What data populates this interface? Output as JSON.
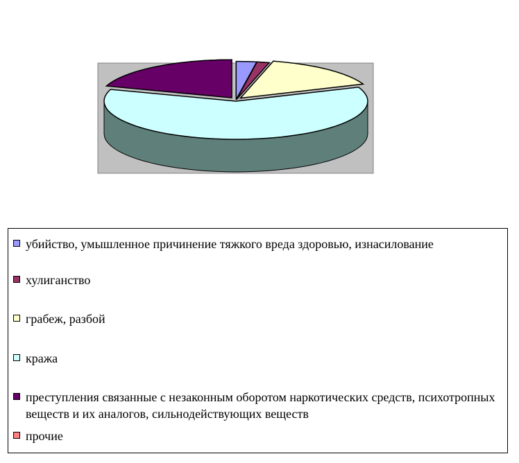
{
  "chart_data": {
    "type": "pie",
    "style": "3d-exploded",
    "title": "",
    "slices": [
      {
        "label": "убийство, умышленное причинение тяжкого вреда здоровью, изнасилование",
        "value": 2.5,
        "color": "#9999ff"
      },
      {
        "label": "хулиганство",
        "value": 1.5,
        "color": "#993366"
      },
      {
        "label": "грабеж, разбой",
        "value": 15,
        "color": "#ffffcc"
      },
      {
        "label": "кража",
        "value": 61,
        "color": "#ccffff"
      },
      {
        "label": "преступления связанные с незаконным оборотом наркотических средств, психотропных веществ и их аналогов, сильнодействующих веществ",
        "value": 20,
        "color": "#660066"
      },
      {
        "label": "прочие",
        "value": 0,
        "color": "#ff8080"
      }
    ],
    "plot_background": "#c0c0c0",
    "side_color": "#5f7f7a",
    "legend_position": "bottom"
  }
}
